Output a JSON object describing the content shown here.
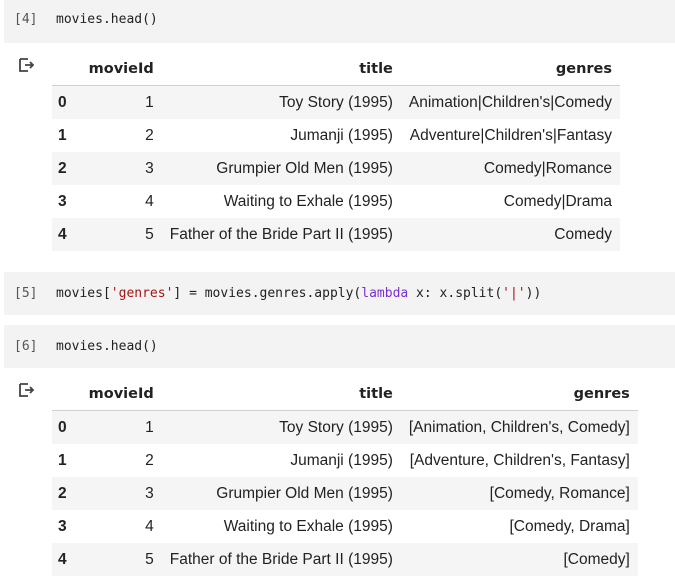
{
  "cells": [
    {
      "prompt": "[4]",
      "code": "movies.head()"
    },
    {
      "prompt": "[5]",
      "code_parts": [
        "movies[",
        "'genres'",
        "] = movies.genres.apply(",
        "lambda",
        " x: x.split(",
        "'|'",
        "))"
      ]
    },
    {
      "prompt": "[6]",
      "code": "movies.head()"
    }
  ],
  "output_icon": "output-arrow-icon",
  "table1": {
    "columns": [
      "movieId",
      "title",
      "genres"
    ],
    "rows": [
      {
        "index": "0",
        "movieId": "1",
        "title": "Toy Story (1995)",
        "genres": "Animation|Children's|Comedy"
      },
      {
        "index": "1",
        "movieId": "2",
        "title": "Jumanji (1995)",
        "genres": "Adventure|Children's|Fantasy"
      },
      {
        "index": "2",
        "movieId": "3",
        "title": "Grumpier Old Men (1995)",
        "genres": "Comedy|Romance"
      },
      {
        "index": "3",
        "movieId": "4",
        "title": "Waiting to Exhale (1995)",
        "genres": "Comedy|Drama"
      },
      {
        "index": "4",
        "movieId": "5",
        "title": "Father of the Bride Part II (1995)",
        "genres": "Comedy"
      }
    ]
  },
  "table2": {
    "columns": [
      "movieId",
      "title",
      "genres"
    ],
    "rows": [
      {
        "index": "0",
        "movieId": "1",
        "title": "Toy Story (1995)",
        "genres": "[Animation, Children's, Comedy]"
      },
      {
        "index": "1",
        "movieId": "2",
        "title": "Jumanji (1995)",
        "genres": "[Adventure, Children's, Fantasy]"
      },
      {
        "index": "2",
        "movieId": "3",
        "title": "Grumpier Old Men (1995)",
        "genres": "[Comedy, Romance]"
      },
      {
        "index": "3",
        "movieId": "4",
        "title": "Waiting to Exhale (1995)",
        "genres": "[Comedy, Drama]"
      },
      {
        "index": "4",
        "movieId": "5",
        "title": "Father of the Bride Part II (1995)",
        "genres": "[Comedy]"
      }
    ]
  }
}
